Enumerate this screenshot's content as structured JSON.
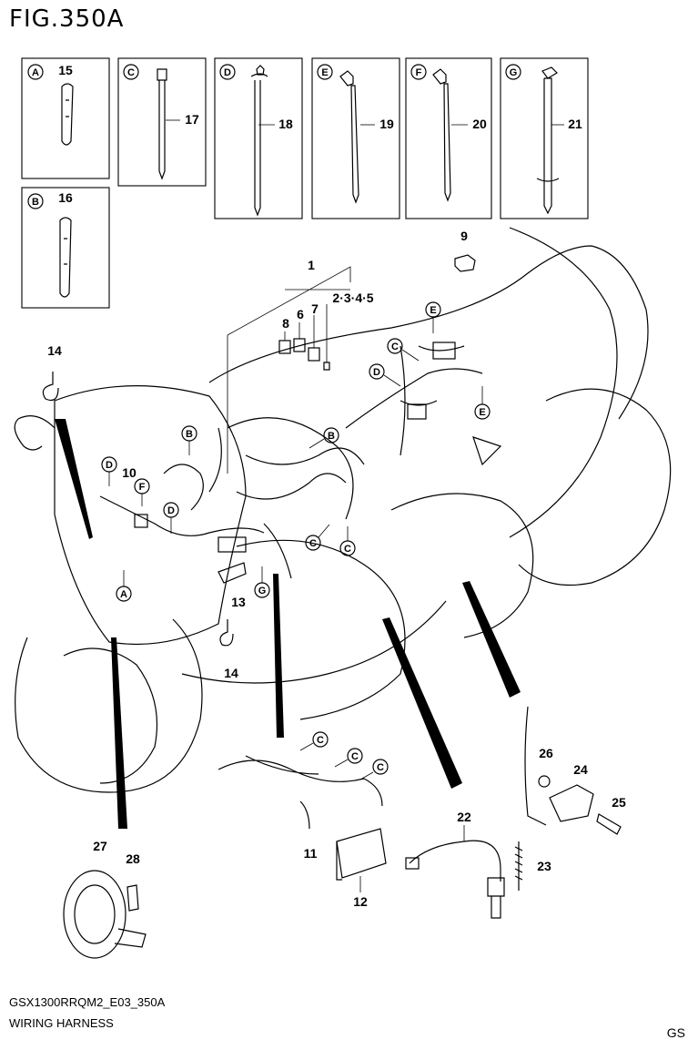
{
  "figure": {
    "title": "FIG.350A"
  },
  "footer": {
    "code": "GSX1300RRQM2_E03_350A",
    "name": "WIRING HARNESS",
    "market": "GS"
  },
  "insets": [
    {
      "letter": "A",
      "part": "15"
    },
    {
      "letter": "B",
      "part": "16"
    },
    {
      "letter": "C",
      "part": "17"
    },
    {
      "letter": "D",
      "part": "18"
    },
    {
      "letter": "E",
      "part": "19"
    },
    {
      "letter": "F",
      "part": "20"
    },
    {
      "letter": "G",
      "part": "21"
    }
  ],
  "parts": {
    "p1": "1",
    "p6": "6",
    "p7": "7",
    "p8": "8",
    "p2345": "2·3·4·5",
    "p9": "9",
    "p10": "10",
    "p11": "11",
    "p12": "12",
    "p13": "13",
    "p14a": "14",
    "p14b": "14",
    "p22": "22",
    "p23": "23",
    "p24": "24",
    "p25": "25",
    "p26": "26",
    "p27": "27",
    "p28": "28"
  },
  "callouts": {
    "A": "A",
    "B": "B",
    "C": "C",
    "D": "D",
    "E": "E",
    "F": "F",
    "G": "G"
  }
}
